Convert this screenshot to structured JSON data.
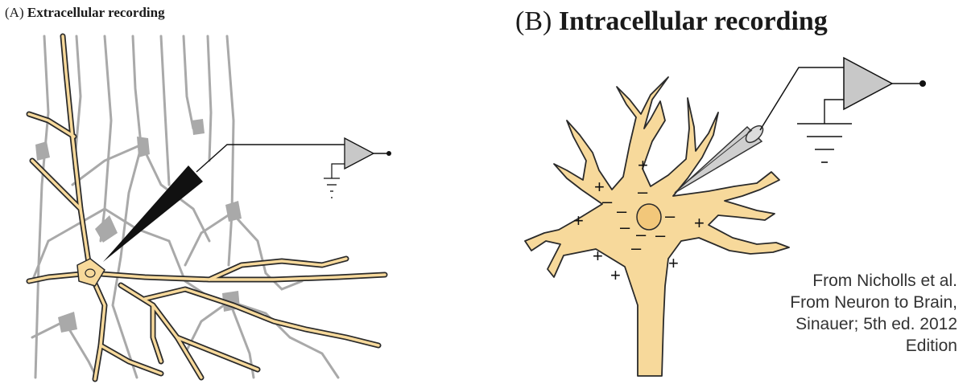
{
  "panel_a": {
    "letter": "(A)",
    "title": "Extracellular recording"
  },
  "panel_b": {
    "letter": "(B)",
    "title": "Intracellular recording"
  },
  "credit": {
    "lines": [
      "From Nicholls et al.",
      "From Neuron to Brain,",
      "Sinauer; 5th ed. 2012",
      "Edition"
    ]
  },
  "panel_b_signs": {
    "outside": [
      "+",
      "+",
      "+",
      "+",
      "+",
      "+",
      "+"
    ],
    "inside": [
      "–",
      "–",
      "–",
      "–",
      "–",
      "–",
      "–",
      "–"
    ]
  },
  "colors": {
    "neuron_fill": "#f7d99b",
    "neuron_outline": "#2a2a2a",
    "background_neurons": "#a9a9a9",
    "amplifier": "#c8c8c8",
    "electrode_extracellular": "#111111",
    "electrode_intracellular": "#cfcfcf"
  }
}
